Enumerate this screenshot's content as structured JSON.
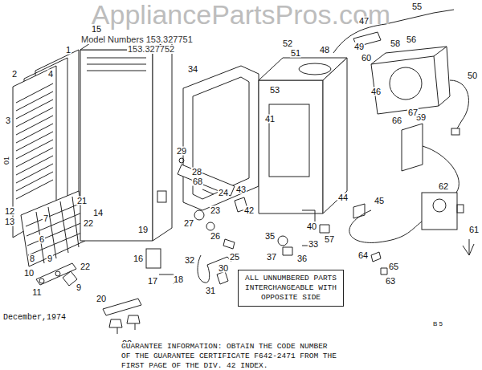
{
  "diagram": {
    "nodes": [
      {
        "text": [
          "ALL UNNUMBERED PARTS INTERCHANGEABLE WITH OPPOSITE SIDE"
        ]
      }
    ],
    "labels": [
      "AppliancePartsPros.com",
      "Model Numbers 153.327751",
      "153.327752",
      "2",
      "4",
      "1",
      "15",
      "3",
      "12",
      "13",
      "7",
      "21",
      "22",
      "14",
      "6",
      "8",
      "9",
      "10",
      "11",
      "9",
      "22",
      "01",
      "29",
      "28",
      "68",
      "34",
      "27",
      "26",
      "25",
      "23",
      "24",
      "19",
      "16",
      "17",
      "18",
      "20",
      "22",
      "32",
      "30",
      "31",
      "35",
      "37",
      "36",
      "33",
      "57",
      "40",
      "42",
      "43",
      "41",
      "53",
      "52",
      "51",
      "48",
      "49",
      "47",
      "55",
      "56",
      "58",
      "60",
      "46",
      "59",
      "50",
      "66",
      "67",
      "44",
      "45",
      "62",
      "64",
      "65",
      "63",
      "61",
      "December,1974",
      "GUARANTEE INFORMATION: OBTAIN THE CODE NUMBER OF THE GUARANTEE CERTIFICATE F642-2471 FROM THE FIRST PAGE OF THE DIV. 42 INDEX.",
      "B 5"
    ]
  }
}
